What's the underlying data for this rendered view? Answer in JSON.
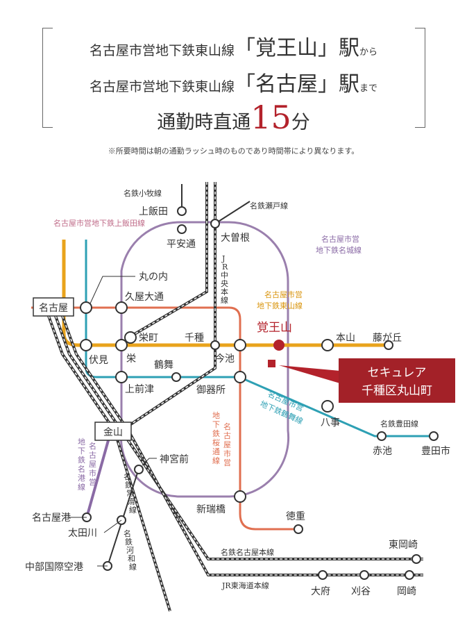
{
  "header": {
    "line1_prefix": "名古屋市営地下鉄東山線",
    "line1_station": "「覚王山」",
    "line1_suffix": "駅",
    "line1_tail": "から",
    "line2_prefix": "名古屋市営地下鉄東山線",
    "line2_station": "「名古屋」",
    "line2_suffix": "駅",
    "line2_tail": "まで",
    "line3_prefix": "通勤時直通",
    "line3_number": "15",
    "line3_unit": "分"
  },
  "note": "※所要時間は朝の通勤ラッシュ時のものであり時間帯により異なります。",
  "colors": {
    "higashiyama": "#e9a31c",
    "meijo": "#9a7fad",
    "tsurumai": "#2ea0b4",
    "sakuradori": "#e06f50",
    "kamiiida": "#c06d8a",
    "meiko": "#8a6aa5",
    "accent_red": "#b3222b",
    "rail_black": "#333333"
  },
  "lines": {
    "meitetsu_komaki": "名鉄小牧線",
    "kamiiida": "名古屋市営地下鉄上飯田線",
    "seto": "名鉄瀬戸線",
    "meijo": [
      "名古屋市営",
      "地下鉄名城線"
    ],
    "higashiyama": [
      "名古屋市営",
      "地下鉄東山線"
    ],
    "jr_chuo": [
      "J",
      "R",
      "中",
      "央",
      "本",
      "線"
    ],
    "tsurumai": [
      "名古屋市営",
      "地下鉄鶴舞線"
    ],
    "sakuradori": [
      [
        "地",
        "下",
        "鉄",
        "桜",
        "通",
        "線"
      ],
      [
        "名",
        "古",
        "屋",
        "市",
        "営"
      ]
    ],
    "meiko": [
      [
        "名",
        "古",
        "屋",
        "市",
        "営"
      ],
      [
        "地",
        "下",
        "鉄",
        "名",
        "港",
        "線"
      ]
    ],
    "toyota": "名鉄豊田線",
    "tokoname": [
      "名",
      "鉄",
      "常",
      "滑",
      "線"
    ],
    "kowa": [
      "名",
      "鉄",
      "河",
      "和",
      "線"
    ],
    "meitetsu_nagoya": "名鉄名古屋本線",
    "jr_tokaido": "JR東海道本線"
  },
  "stations": {
    "kamiiida": "上飯田",
    "heian_dori": "平安通",
    "ozone": "大曽根",
    "marunouchi": "丸の内",
    "hisaya_odori": "久屋大通",
    "nagoya": "名古屋",
    "fushimi": "伏見",
    "sakae_machi": "栄町",
    "sakae": "栄",
    "chikusa": "千種",
    "imaike": "今池",
    "kakuozan": "覚王山",
    "motoyama": "本山",
    "fujigaoka": "藤が丘",
    "tsurumai": "鶴舞",
    "kamimaezu": "上前津",
    "gokiso": "御器所",
    "kanayama": "金山",
    "yagoto": "八事",
    "akaike": "赤池",
    "toyotashi": "豊田市",
    "jingu_mae": "神宮前",
    "aratamabashi": "新瑞橋",
    "tokushige": "徳重",
    "nagoyako": "名古屋港",
    "otagawa": "太田川",
    "chubu_airport": "中部国際空港",
    "higashi_okazaki": "東岡崎",
    "obu": "大府",
    "kariya": "刈谷",
    "okazaki": "岡崎"
  },
  "property": [
    "セキュレア",
    "千種区丸山町"
  ]
}
